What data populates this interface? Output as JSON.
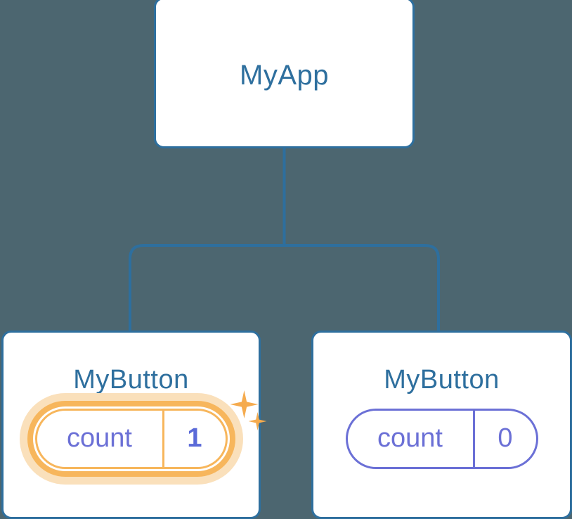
{
  "diagram": {
    "type": "component-tree",
    "background_color": "#4c6670",
    "connector_color": "#2e6f9e",
    "card_border_color": "#2e6f9e",
    "card_background_color": "#ffffff",
    "title_color": "#2e6f9e",
    "state_color": "#6b70d6",
    "highlight_color": "#f7b65c",
    "highlight_glow_color": "#fae0bb",
    "sparkle_color": "#f5ab4e",
    "highlight_value_color": "#5b6ad8"
  },
  "root": {
    "title": "MyApp"
  },
  "children": [
    {
      "title": "MyButton",
      "state": {
        "key": "count",
        "value": "1"
      },
      "highlighted": true,
      "sparkles": [
        "sparkle-large",
        "sparkle-small"
      ]
    },
    {
      "title": "MyButton",
      "state": {
        "key": "count",
        "value": "0"
      },
      "highlighted": false,
      "sparkles": []
    }
  ]
}
